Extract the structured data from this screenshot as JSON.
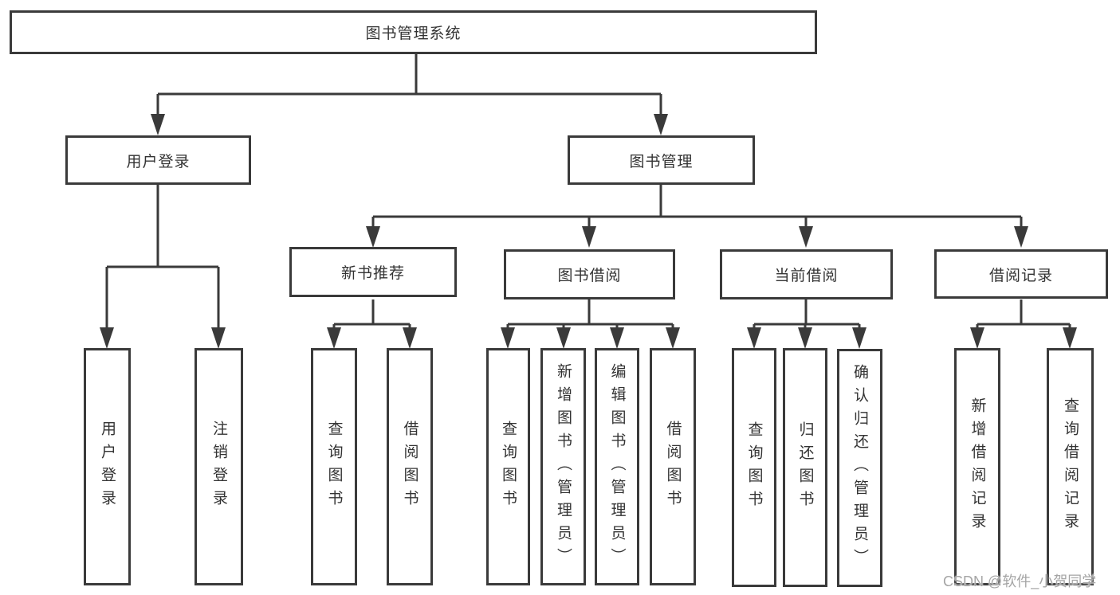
{
  "tree": {
    "label": "图书管理系统",
    "children": [
      {
        "label": "用户登录",
        "children": [
          {
            "label": "用户登录"
          },
          {
            "label": "注销登录"
          }
        ]
      },
      {
        "label": "图书管理",
        "children": [
          {
            "label": "新书推荐",
            "children": [
              {
                "label": "查询图书"
              },
              {
                "label": "借阅图书"
              }
            ]
          },
          {
            "label": "图书借阅",
            "children": [
              {
                "label": "查询图书"
              },
              {
                "label": "新增图书（管理员）"
              },
              {
                "label": "编辑图书（管理员）"
              },
              {
                "label": "借阅图书"
              }
            ]
          },
          {
            "label": "当前借阅",
            "children": [
              {
                "label": "查询图书"
              },
              {
                "label": "归还图书"
              },
              {
                "label": "确认归还（管理员）"
              }
            ]
          },
          {
            "label": "借阅记录",
            "children": [
              {
                "label": "新增借阅记录"
              },
              {
                "label": "查询借阅记录"
              }
            ]
          }
        ]
      }
    ]
  },
  "watermark": {
    "text": "CSDN @软件_小贺同学"
  },
  "colors": {
    "line": "#3a3a3a",
    "text": "#333333",
    "watermark": "#a5a5a5",
    "background": "#ffffff"
  }
}
